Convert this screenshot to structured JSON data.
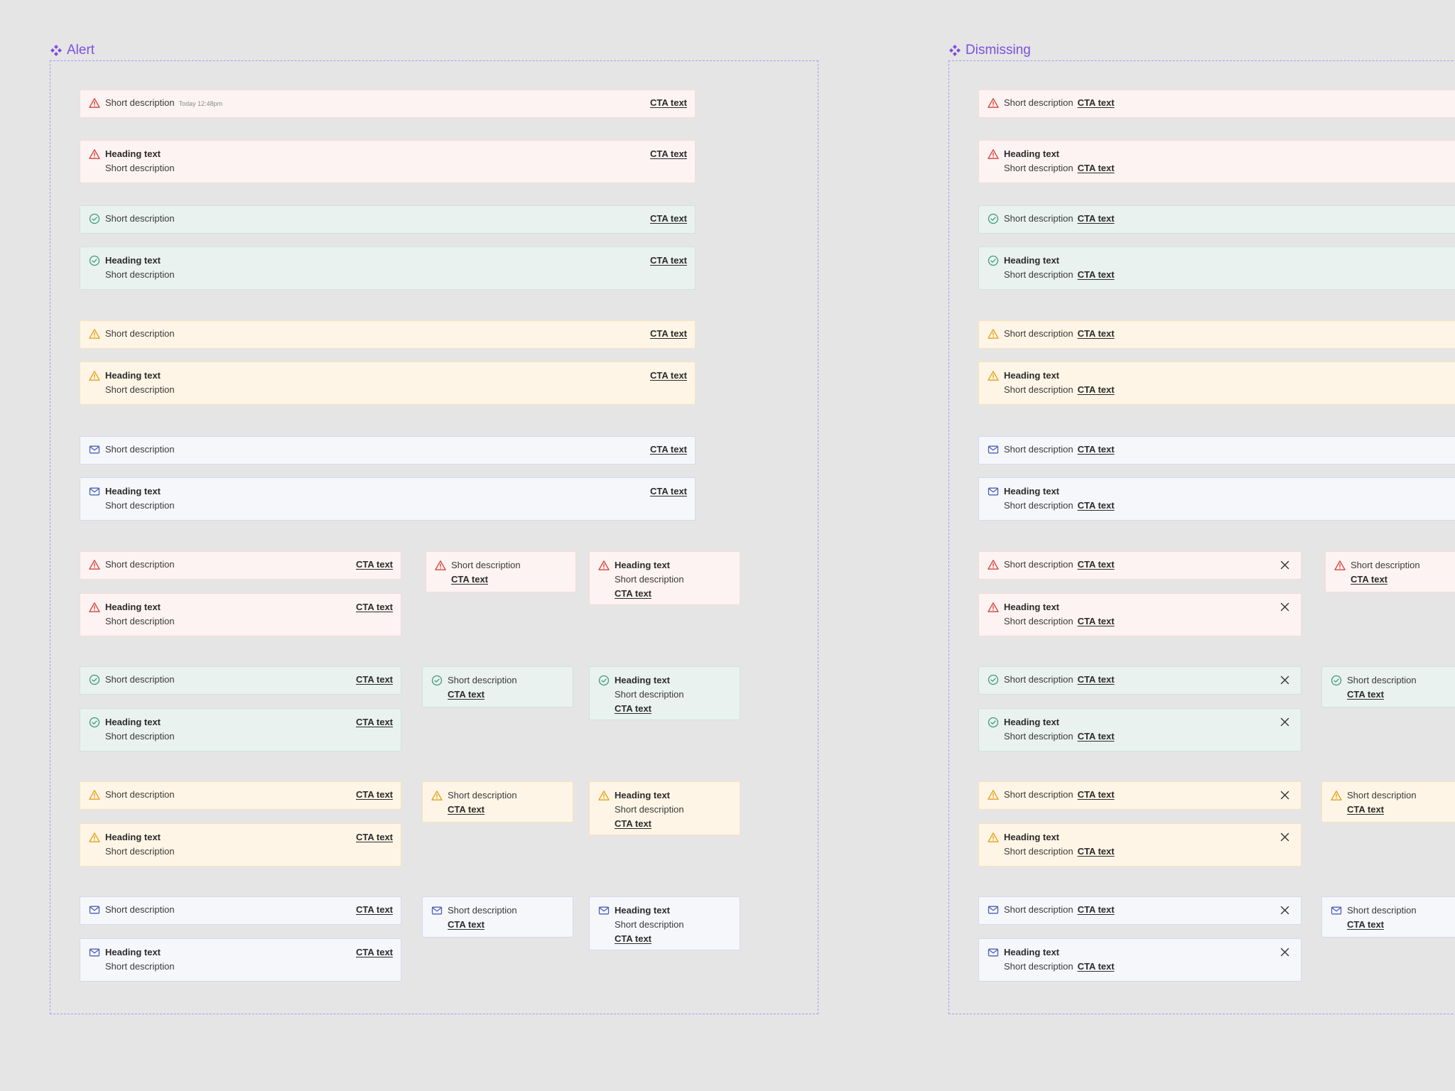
{
  "frames": {
    "alert": {
      "label": "Alert"
    },
    "dismissing": {
      "label": "Dismissing"
    }
  },
  "text": {
    "short": "Short description",
    "heading": "Heading text",
    "cta": "CTA text",
    "time": "Today 12:48pm"
  },
  "icons": {
    "danger": "warning-triangle-icon",
    "success": "check-circle-icon",
    "warning": "warning-triangle-icon",
    "info": "envelope-icon",
    "dismiss": "close-icon",
    "frame": "component-diamond-icon"
  },
  "colors": {
    "danger_bg": "#fdf3f2",
    "danger_icon": "#d6453d",
    "success_bg": "#e9f2ef",
    "success_icon": "#3f9a7b",
    "warning_bg": "#fff5e6",
    "warning_icon": "#e6a21a",
    "info_bg": "#f6f7fb",
    "info_icon": "#4a5fb8",
    "frame_accent": "#7b4fe0"
  }
}
